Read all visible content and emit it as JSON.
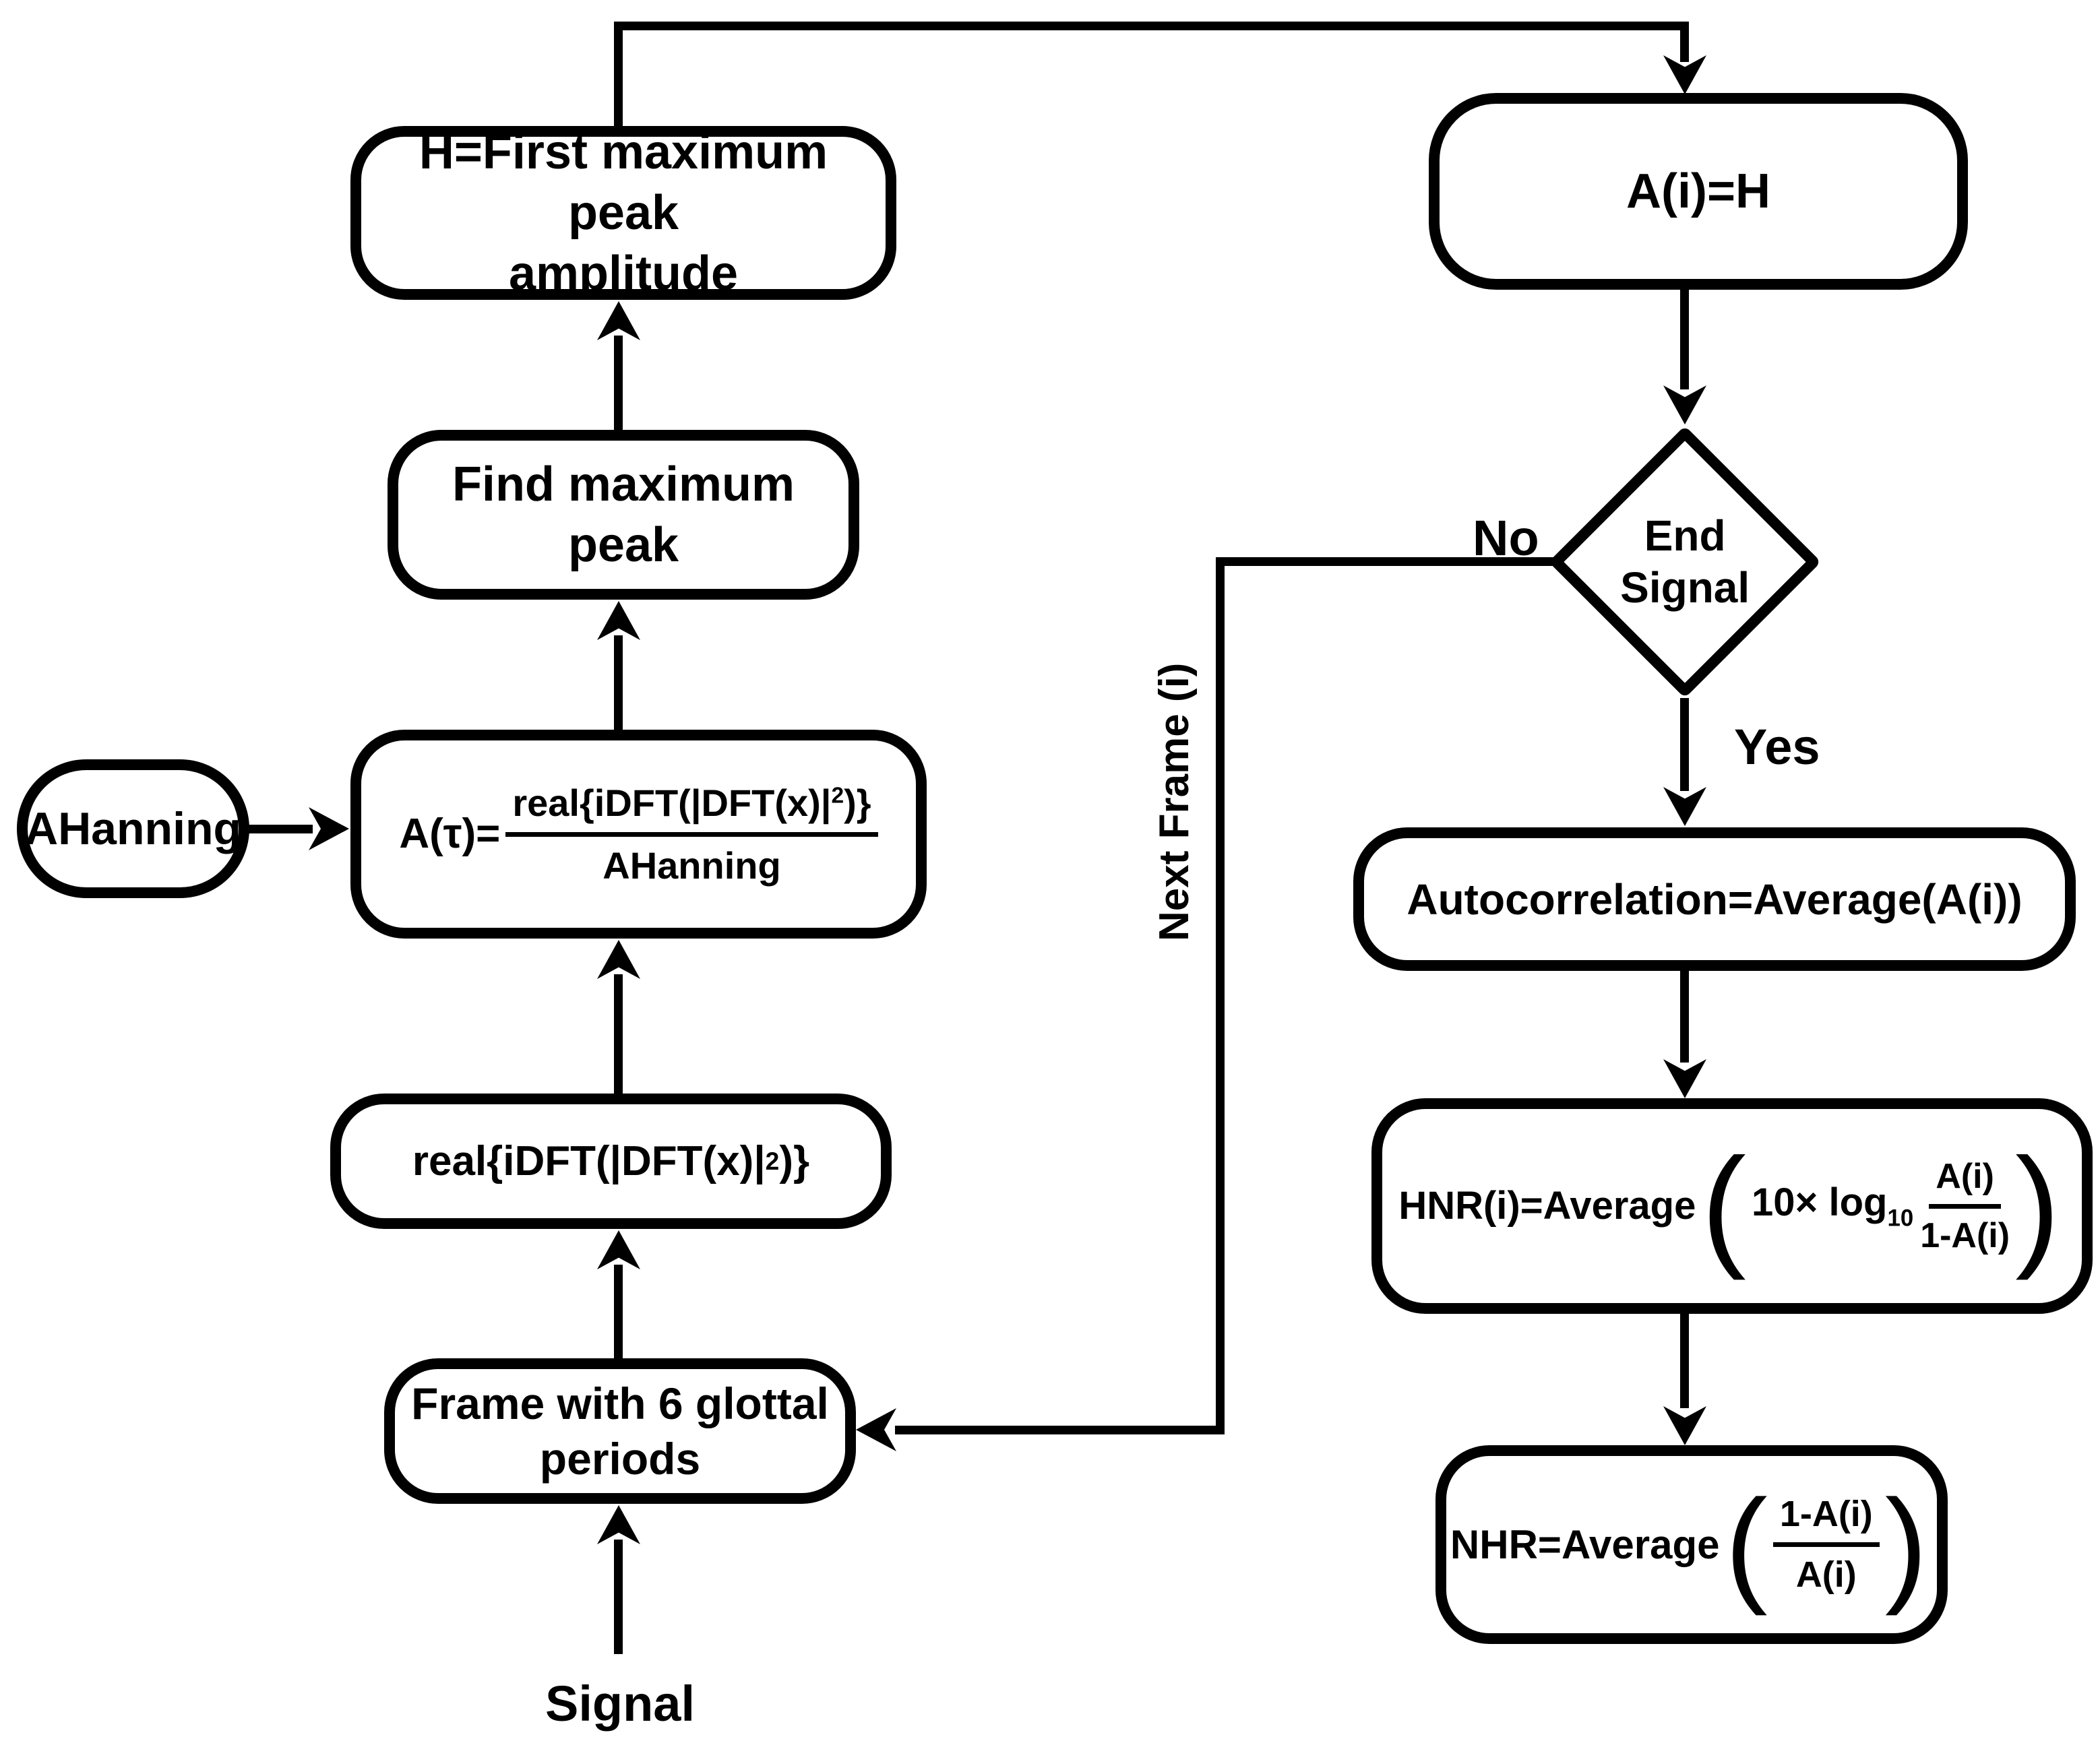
{
  "nodes": {
    "h_box": {
      "label": "H=First maximum peak\namplitude"
    },
    "find_box": {
      "label": "Find maximum peak"
    },
    "ahanning_box": {
      "label": "AHanning"
    },
    "atau_box": {
      "lhs": "A(τ)=",
      "numerator_main": "real{iDFT(|DFT(x)|",
      "numerator_sup": "2",
      "numerator_close": ")}",
      "denominator": "AHanning"
    },
    "real_box": {
      "main": "real{iDFT(|DFT(x)|",
      "sup": "2",
      "close": ")}"
    },
    "frame_box": {
      "label": "Frame with 6 glottal\nperiods"
    },
    "ai_box": {
      "label": "A(i)=H"
    },
    "end_diamond": {
      "label": "End\nSignal"
    },
    "autocorr_box": {
      "label": "Autocorrelation=Average(A(i))"
    },
    "hnr_box": {
      "prefix": "HNR(i)=Average",
      "open_paren": "(",
      "factor": "10× log",
      "log_base": "10",
      "frac_num": "A(i)",
      "frac_den": "1-A(i)",
      "close_paren": ")"
    },
    "nhr_box": {
      "prefix": "NHR=Average",
      "open_paren": "(",
      "frac_num": "1-A(i)",
      "frac_den": "A(i)",
      "close_paren": ")"
    }
  },
  "labels": {
    "signal": "Signal",
    "yes": "Yes",
    "no": "No",
    "next_frame": "Next Frame (i)"
  },
  "colors": {
    "stroke": "#000000",
    "background": "#ffffff"
  }
}
